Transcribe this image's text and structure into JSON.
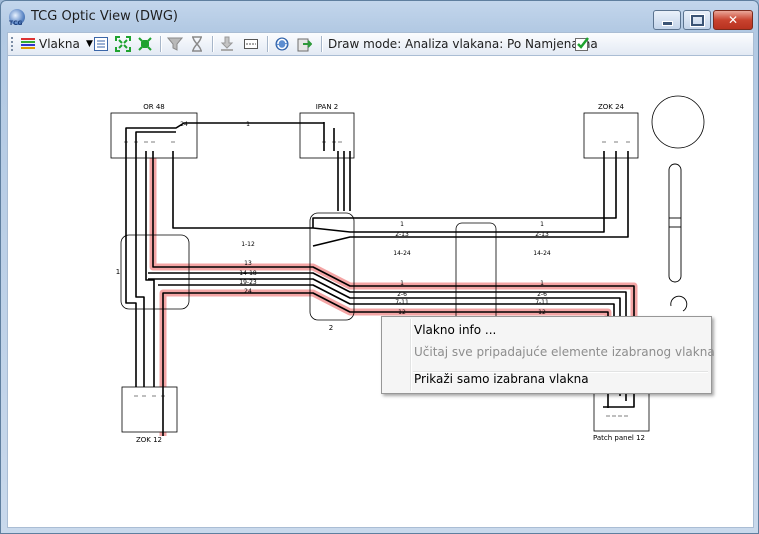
{
  "window": {
    "title": "TCG Optic View (DWG)",
    "icon_text": "TCG"
  },
  "toolbar": {
    "vlakna_label": "Vlakna",
    "draw_mode_label": "Draw mode: Analiza vlakana: Po Namjenama"
  },
  "diagram": {
    "boxes": {
      "or48": "OR 48",
      "ipan2": "IPAN 2",
      "zok24": "ZOK 24",
      "zok12": "ZOK 12",
      "patch_panel": "Patch panel 12",
      "closure1": "1",
      "closure2": "2"
    },
    "cable_labels": {
      "top_1": "1",
      "top_24": "24",
      "ipan_row1_left": "1",
      "ipan_row1_right": "1",
      "ipan_row2_left": "2-13",
      "ipan_row2_right": "2-13",
      "ipan_row3_left": "14-24",
      "ipan_row3_right": "14-24",
      "mid_1_12": "1-12",
      "red_13": "13",
      "red_14_18": "14-18",
      "red_19_23": "19-23",
      "red_24": "24",
      "low_row1_left": "1",
      "low_row1_right": "1",
      "low_row2_left": "2-6",
      "low_row2_right": "2-6",
      "low_row3_left": "7-11",
      "low_row3_right": "7-11",
      "low_row4_left": "12",
      "low_row4_right": "12"
    }
  },
  "context_menu": {
    "items": [
      {
        "label": "Vlakno info ...",
        "enabled": true
      },
      {
        "label": "Učitaj sve pripadajuće elemente izabranog vlakna",
        "enabled": false
      },
      {
        "label": "Prikaži samo izabrana vlakna",
        "enabled": true
      }
    ]
  },
  "colors": {
    "highlight": "#f08f8f",
    "window_frame": "#b2c9e3",
    "close_button": "#c9432f"
  }
}
